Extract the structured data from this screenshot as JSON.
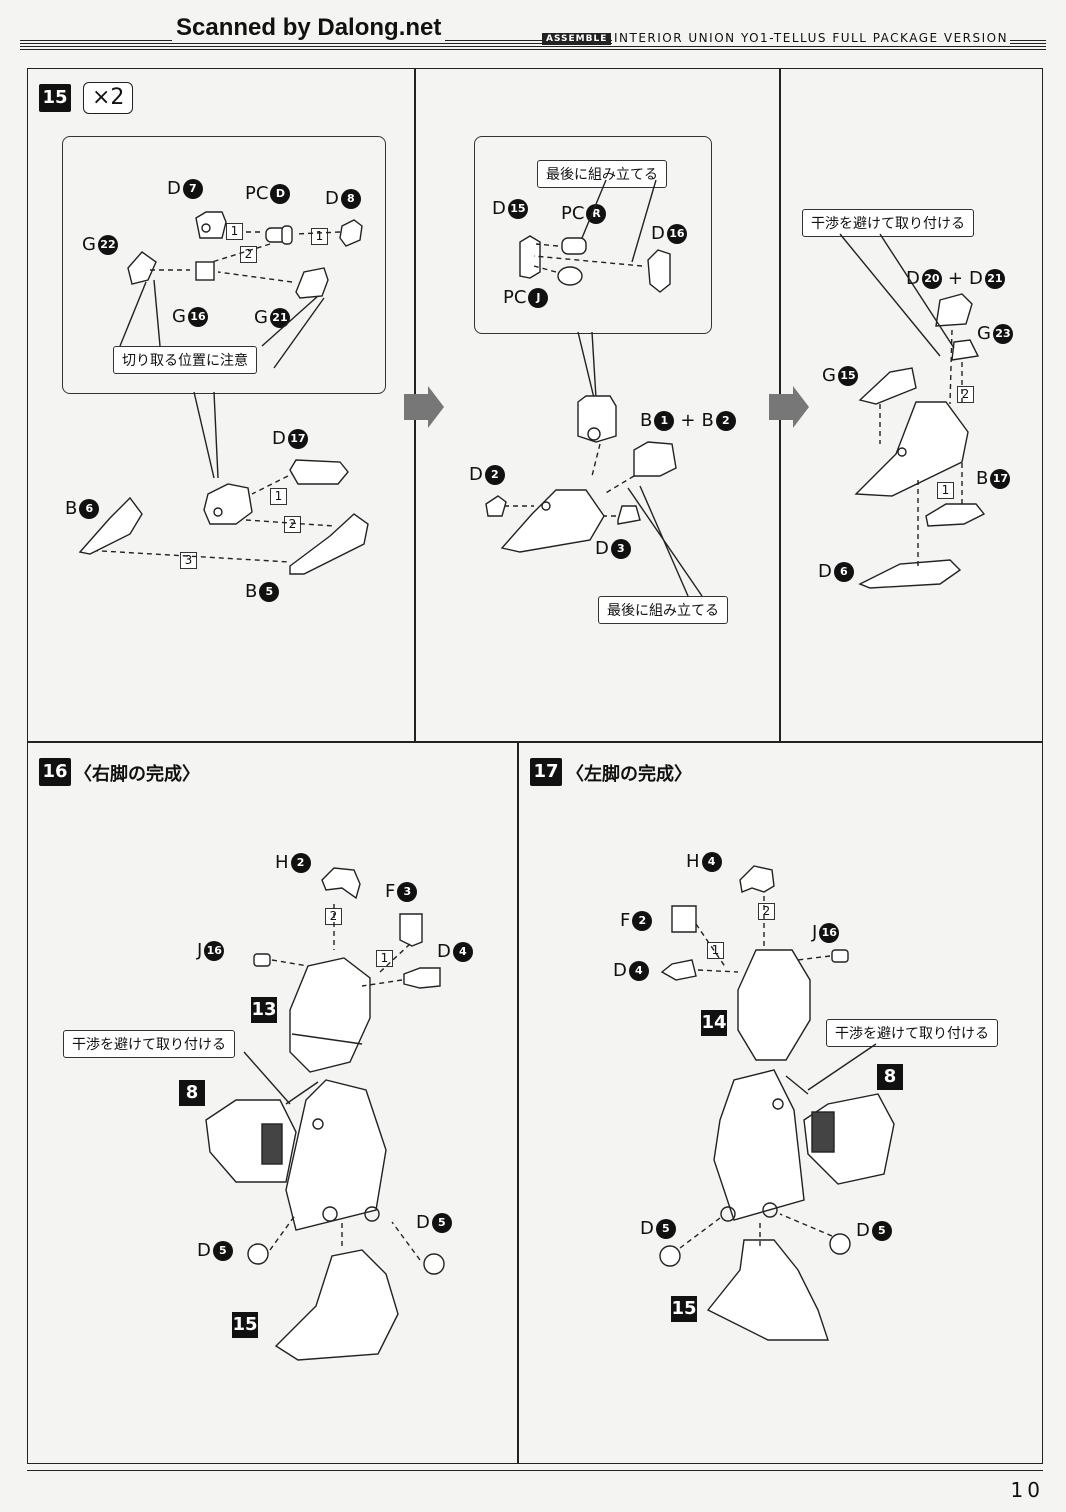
{
  "header": {
    "scan_credit": "Scanned by Dalong.net",
    "assemble_tag": "ASSEMBLE",
    "product_title": "INTERIOR UNION YO1-TELLUS FULL PACKAGE VERSION"
  },
  "page_number": "10",
  "steps": [
    {
      "number": "15",
      "multiplier": "×2",
      "notes": {
        "cut_position": "切り取る位置に注意",
        "assemble_last_a": "最後に組み立てる",
        "assemble_last_b": "最後に組み立てる",
        "avoid_interference": "干渉を避けて取り付ける"
      },
      "panel1_parts": [
        {
          "runner": "D",
          "num": "7"
        },
        {
          "runner": "PC",
          "num": "D"
        },
        {
          "runner": "D",
          "num": "8"
        },
        {
          "runner": "G",
          "num": "22"
        },
        {
          "runner": "G",
          "num": "16"
        },
        {
          "runner": "G",
          "num": "21"
        },
        {
          "runner": "D",
          "num": "17"
        },
        {
          "runner": "B",
          "num": "6"
        },
        {
          "runner": "B",
          "num": "5"
        }
      ],
      "panel2_parts": [
        {
          "runner": "D",
          "num": "15"
        },
        {
          "runner": "PC",
          "num": "R"
        },
        {
          "runner": "D",
          "num": "16"
        },
        {
          "runner": "PC",
          "num": "J"
        },
        {
          "runner": "B",
          "num": "1"
        },
        {
          "runner": "B",
          "num": "2"
        },
        {
          "runner": "D",
          "num": "2"
        },
        {
          "runner": "D",
          "num": "3"
        }
      ],
      "panel3_parts": [
        {
          "runner": "D",
          "num": "20"
        },
        {
          "runner": "D",
          "num": "21"
        },
        {
          "runner": "G",
          "num": "23"
        },
        {
          "runner": "G",
          "num": "15"
        },
        {
          "runner": "B",
          "num": "17"
        },
        {
          "runner": "D",
          "num": "6"
        }
      ],
      "plus": "+",
      "substeps": [
        "1",
        "2",
        "3"
      ]
    },
    {
      "number": "16",
      "title": "〈右脚の完成〉",
      "note": "干渉を避けて取り付ける",
      "parts": [
        {
          "runner": "H",
          "num": "2"
        },
        {
          "runner": "F",
          "num": "3"
        },
        {
          "runner": "J",
          "num": "16"
        },
        {
          "runner": "D",
          "num": "4"
        },
        {
          "runner": "D",
          "num": "5"
        },
        {
          "runner": "D",
          "num": "5"
        }
      ],
      "callouts": [
        "13",
        "8",
        "15"
      ]
    },
    {
      "number": "17",
      "title": "〈左脚の完成〉",
      "note": "干渉を避けて取り付ける",
      "parts": [
        {
          "runner": "H",
          "num": "4"
        },
        {
          "runner": "F",
          "num": "2"
        },
        {
          "runner": "D",
          "num": "4"
        },
        {
          "runner": "J",
          "num": "16"
        },
        {
          "runner": "D",
          "num": "5"
        },
        {
          "runner": "D",
          "num": "5"
        }
      ],
      "callouts": [
        "14",
        "8",
        "15"
      ]
    }
  ]
}
